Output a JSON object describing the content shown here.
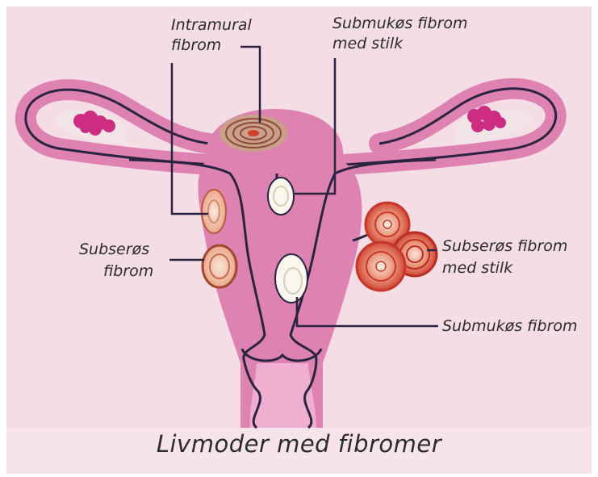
{
  "labels": {
    "intramural_line1": "Intramural",
    "intramural_line2": "fibrom",
    "submucous_stalk_line1": "Submukøs fibrom",
    "submucous_stalk_line2": "med stilk",
    "subserous_line1": "Subserøs",
    "subserous_line2": "fibrom",
    "subserous_stalk_line1": "Subserøs fibrom",
    "subserous_stalk_line2": "med stilk",
    "submucous": "Submukøs fibrom"
  },
  "title": "Livmoder med fibromer",
  "colors": {
    "background": "#f5dde6",
    "uterus": "#de82b2",
    "cavity": "#f0aed0",
    "outline": "#2a2440",
    "ovary": "#cc2d80",
    "fibroid_red": "#d2412c",
    "fibroid_light": "#f6d5c2",
    "fibroid_white": "#fbf7ee"
  }
}
